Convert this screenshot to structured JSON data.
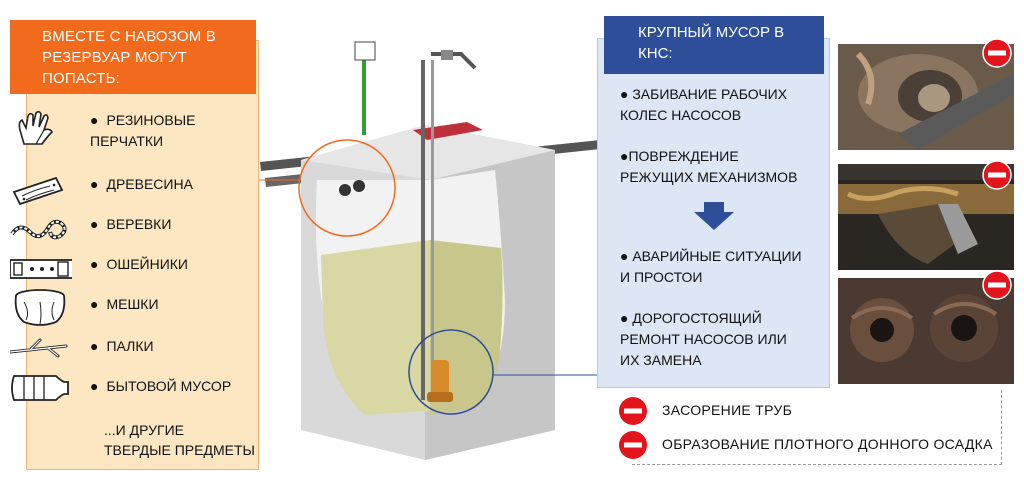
{
  "left": {
    "header_lines": [
      "ВМЕСТЕ С НАВОЗОМ В",
      "РЕЗЕРВУАР МОГУТ",
      "ПОПАСТЬ:"
    ],
    "items": [
      {
        "icon": "glove-icon",
        "lines": [
          "РЕЗИНОВЫЕ",
          "ПЕРЧАТКИ"
        ]
      },
      {
        "icon": "wood-plank-icon",
        "lines": [
          "ДРЕВЕСИНА"
        ]
      },
      {
        "icon": "rope-icon",
        "lines": [
          "ВЕРЕВКИ"
        ]
      },
      {
        "icon": "collar-icon",
        "lines": [
          "ОШЕЙНИКИ"
        ]
      },
      {
        "icon": "sack-icon",
        "lines": [
          "МЕШКИ"
        ]
      },
      {
        "icon": "stick-icon",
        "lines": [
          "ПАЛКИ"
        ]
      },
      {
        "icon": "plastic-bottle-icon",
        "lines": [
          "БЫТОВОЙ МУСОР"
        ]
      }
    ],
    "bullet": "●",
    "others_lines": [
      "...И ДРУГИЕ",
      "ТВЕРДЫЕ ПРЕДМЕТЫ"
    ]
  },
  "right": {
    "header_lines": [
      "КРУПНЫЙ МУСОР В",
      "КНС:"
    ],
    "p1": [
      "● ЗАБИВАНИЕ РАБОЧИХ",
      "КОЛЕС НАСОСОВ"
    ],
    "p2": [
      "●ПОВРЕЖДЕНИЕ",
      "РЕЖУЩИХ  МЕХАНИЗМОВ"
    ],
    "p3": [
      "● АВАРИЙНЫЕ СИТУАЦИИ",
      "И ПРОСТОИ"
    ],
    "p4": [
      "● ДОРОГОСТОЯЩИЙ",
      "РЕМОНТ НАСОСОВ ИЛИ",
      "ИХ ЗАМЕНА"
    ]
  },
  "bottom": {
    "item1": "ЗАСОРЕНИЕ ТРУБ",
    "item2": "ОБРАЗОВАНИЕ ПЛОТНОГО ДОННОГО ОСАДКА"
  },
  "colors": {
    "orange": "#f26b1d",
    "navy": "#2e4e9a",
    "stop_red": "#e3141b",
    "liquid": "#d9d7a3"
  }
}
